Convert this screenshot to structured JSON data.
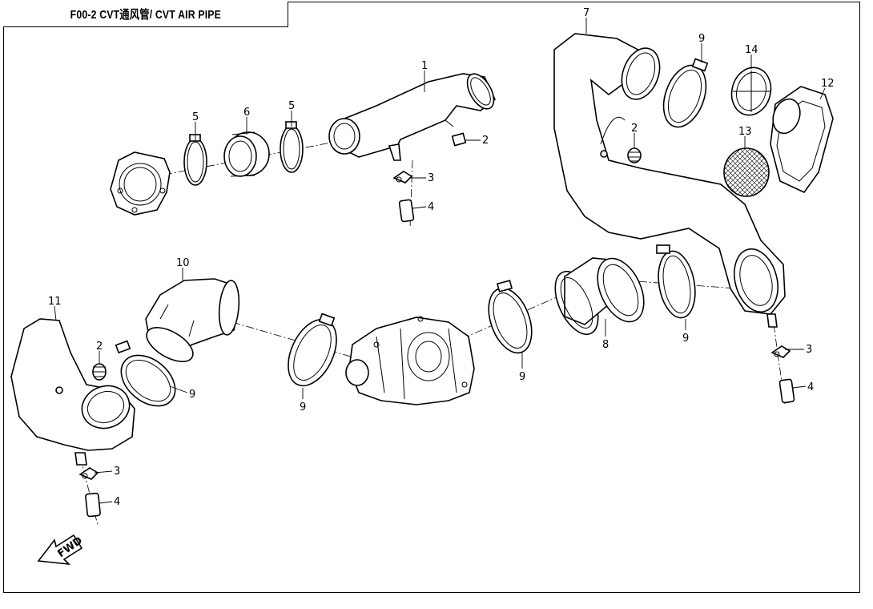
{
  "title": "F00-2 CVT通风管/ CVT AIR PIPE",
  "fwd_label": "FWD",
  "callouts": {
    "c1": "1",
    "c2a": "2",
    "c2b": "2",
    "c2c": "2",
    "c3a": "3",
    "c3b": "3",
    "c3c": "3",
    "c4a": "4",
    "c4b": "4",
    "c4c": "4",
    "c5a": "5",
    "c5b": "5",
    "c6": "6",
    "c7": "7",
    "c8": "8",
    "c9a": "9",
    "c9b": "9",
    "c9c": "9",
    "c9d": "9",
    "c9e": "9",
    "c10": "10",
    "c11": "11",
    "c12": "12",
    "c13": "13",
    "c14": "14"
  }
}
